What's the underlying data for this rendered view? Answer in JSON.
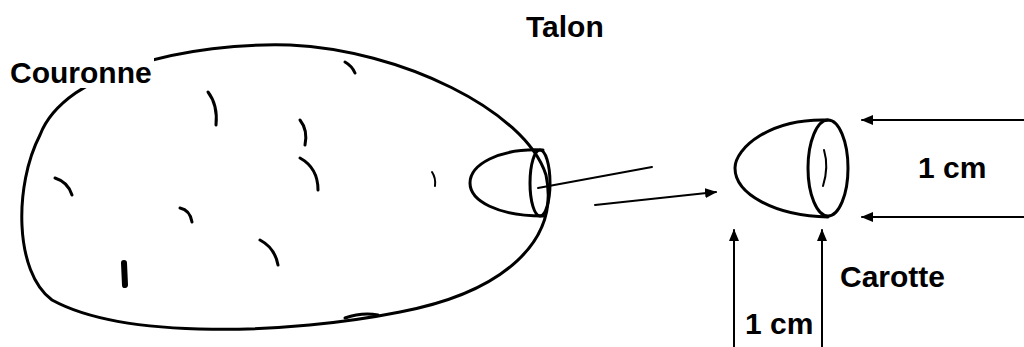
{
  "diagram": {
    "labels": [
      "Couronne",
      "Talon",
      "1 cm",
      "Carotte",
      "1 cm"
    ]
  }
}
